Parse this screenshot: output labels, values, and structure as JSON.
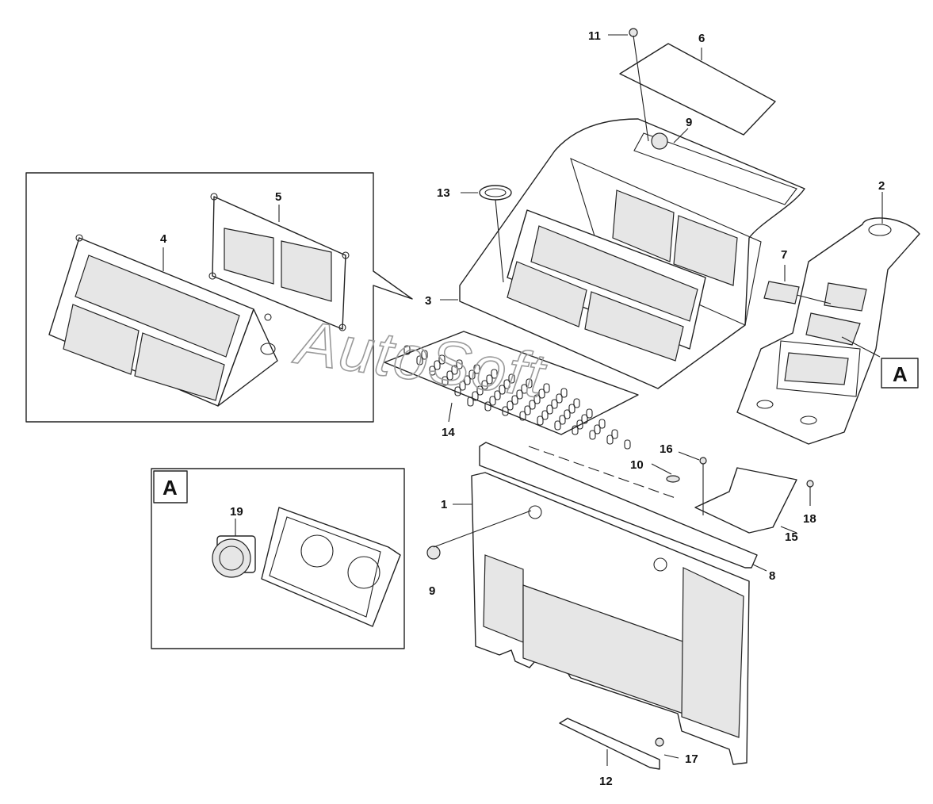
{
  "callouts": {
    "c1": "1",
    "c2": "2",
    "c3": "3",
    "c4": "4",
    "c5": "5",
    "c6": "6",
    "c7": "7",
    "c8": "8",
    "c9a": "9",
    "c9b": "9",
    "c10": "10",
    "c11": "11",
    "c12": "12",
    "c13": "13",
    "c14": "14",
    "c15": "15",
    "c16": "16",
    "c17": "17",
    "c18": "18",
    "c19": "19"
  },
  "views": {
    "detail_a_box": "A",
    "detail_a_ref": "A"
  },
  "watermark": "AutoSoft"
}
